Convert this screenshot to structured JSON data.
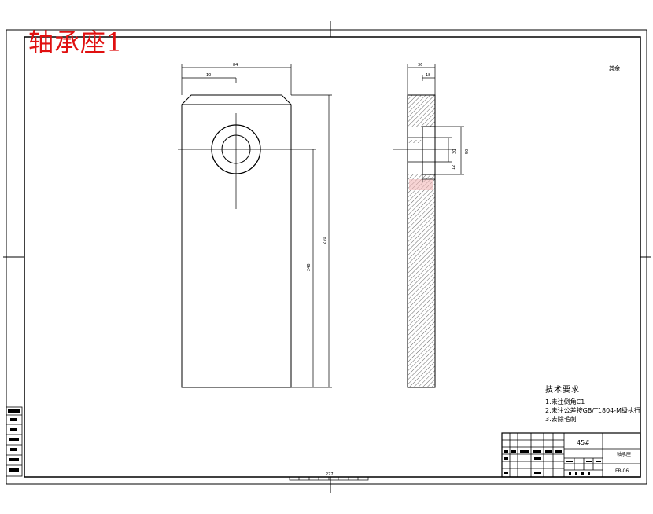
{
  "title": "轴承座1",
  "top_right_note": "其余",
  "dimensions": {
    "front_width": "84",
    "front_chamfer": "10",
    "front_height": "270",
    "front_hole_height": "248",
    "side_width": "36",
    "side_boss": "18",
    "side_bore": "30",
    "side_counterbore": "50",
    "side_depth": "12",
    "bottom": "277"
  },
  "tech_requirements": {
    "heading": "技术要求",
    "items": [
      "1.未注倒角C1",
      "2.未注公差按GB/T1804-M级执行",
      "3.去除毛刺"
    ]
  },
  "title_block": {
    "material": "45#",
    "part_name": "轴承座",
    "drawing_no": "FR-06"
  },
  "colors": {
    "title": "#e01010",
    "hatch_hint": "#f2b8b8",
    "line": "#000000"
  }
}
